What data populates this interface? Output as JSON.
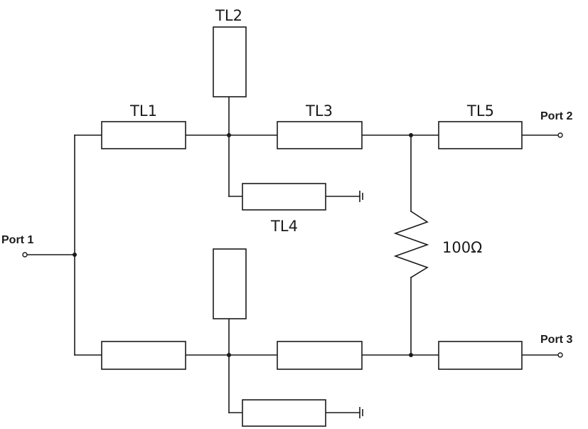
{
  "components": {
    "tl1": "TL1",
    "tl2": "TL2",
    "tl3": "TL3",
    "tl4": "TL4",
    "tl5": "TL5",
    "resistor": "100Ω"
  },
  "ports": {
    "port1": "Port 1",
    "port2": "Port 2",
    "port3": "Port 3"
  }
}
